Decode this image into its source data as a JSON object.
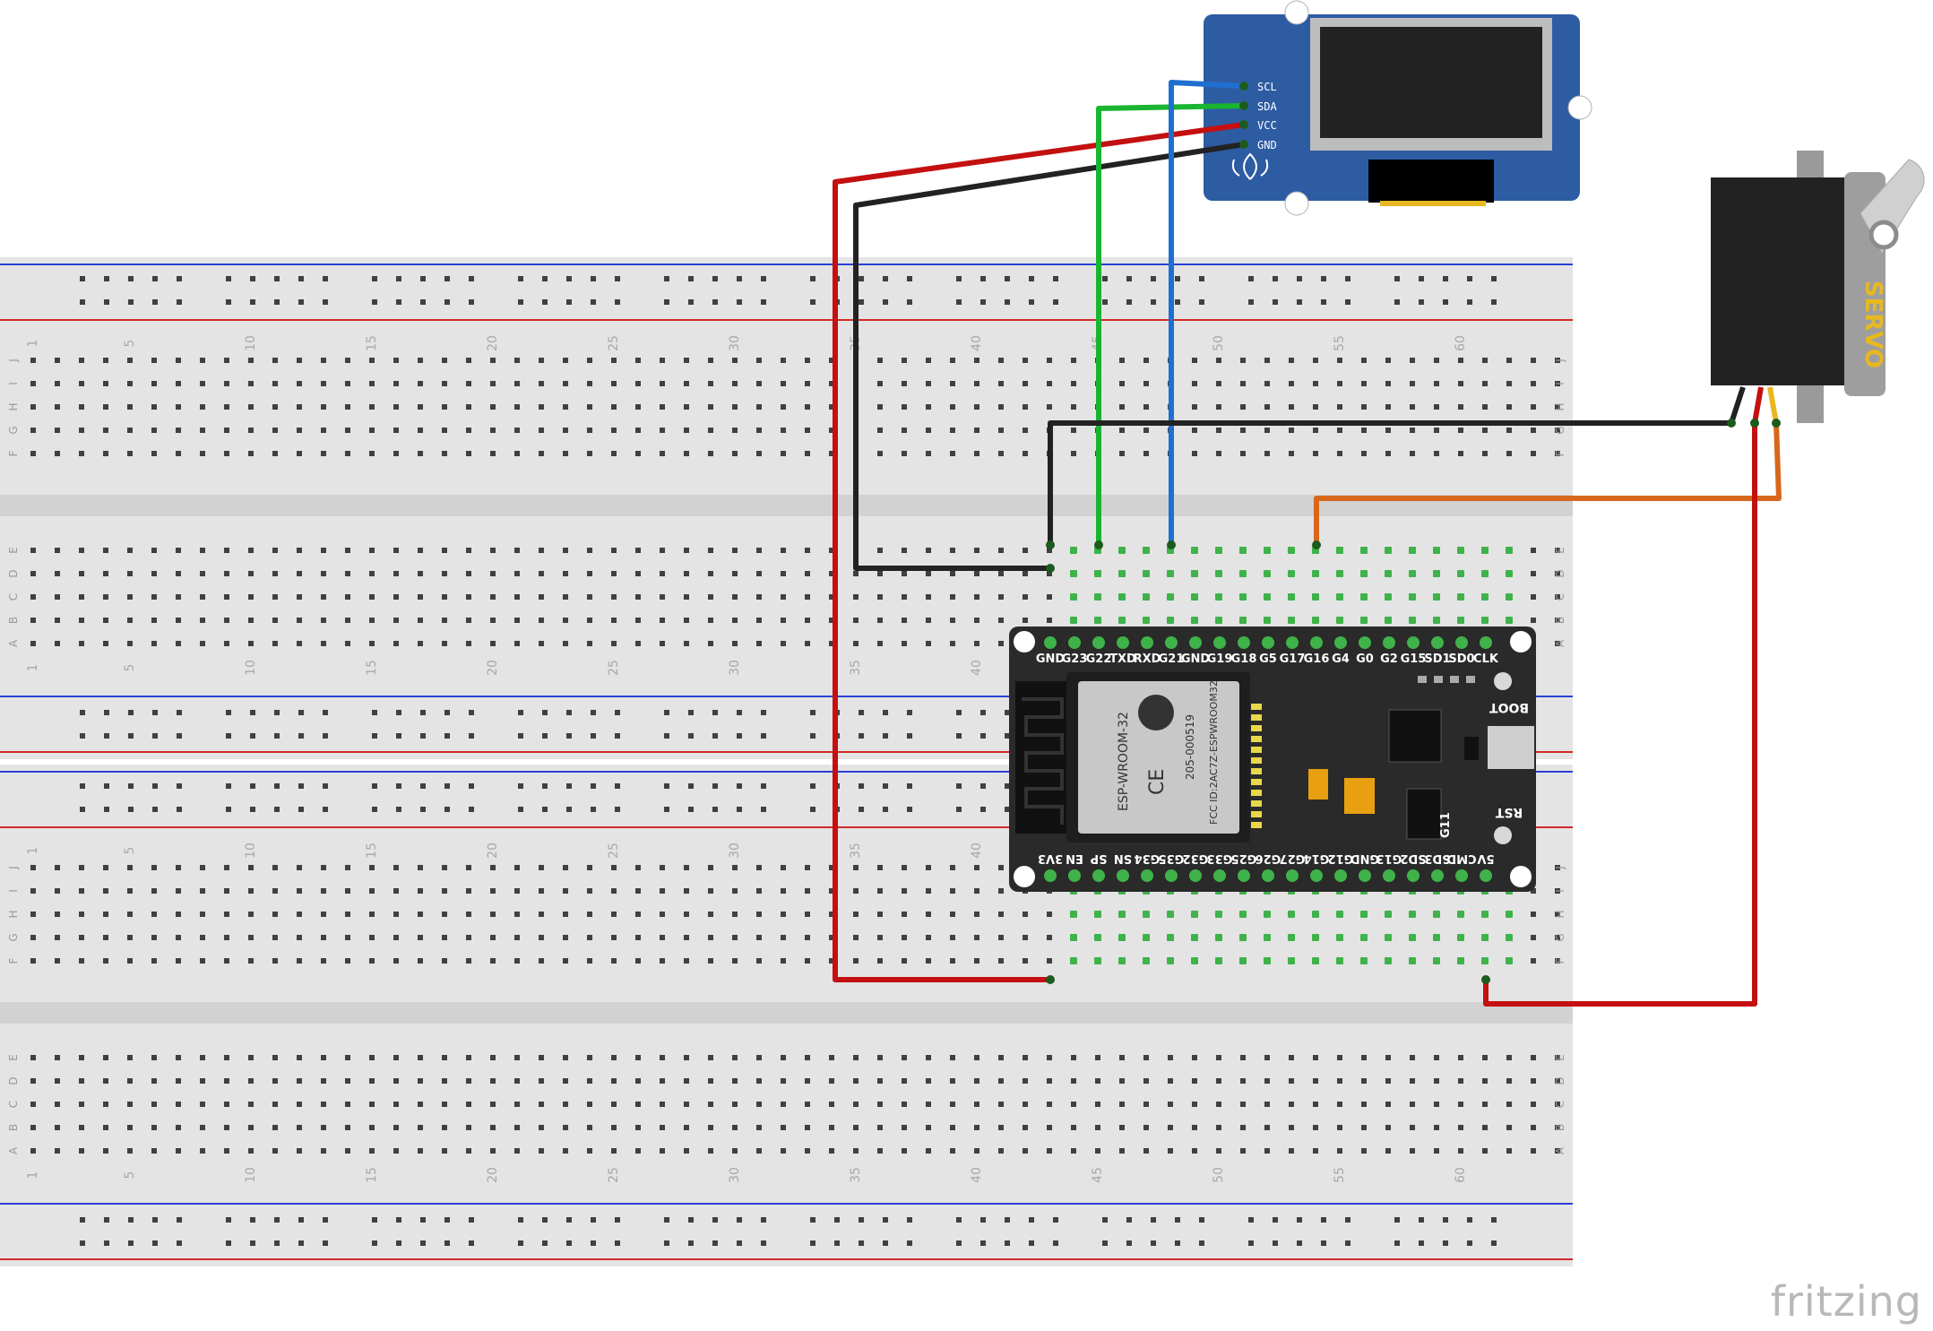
{
  "colors": {
    "board": "#e4e4e4",
    "board_dark": "#d2d2d2",
    "hole": "#404040",
    "hole_active": "#3fb24a",
    "rail_blue": "#2b3fd6",
    "rail_red": "#d22a2a",
    "wire_red": "#c41010",
    "wire_black": "#222222",
    "wire_green": "#19b530",
    "wire_blue": "#1f6fd1",
    "wire_orange": "#d8671c",
    "oled_pcb": "#2d5ca3",
    "esp_pcb": "#2a2a2a",
    "servo_body": "#222222",
    "servo_label": "#e8b820"
  },
  "breadboard": {
    "top_row_letters": [
      "J",
      "I",
      "H",
      "G",
      "F"
    ],
    "bottom_row_letters": [
      "E",
      "D",
      "C",
      "B",
      "A"
    ],
    "column_numbers": [
      "1",
      "5",
      "10",
      "15",
      "20",
      "25",
      "30",
      "35",
      "40",
      "45",
      "50",
      "55",
      "60"
    ]
  },
  "oled": {
    "pins": [
      "SCL",
      "SDA",
      "VCC",
      "GND"
    ]
  },
  "esp32": {
    "top_pins": [
      "GND",
      "G23",
      "G22",
      "TXD",
      "RXD",
      "G21",
      "GND",
      "G19",
      "G18",
      "G5",
      "G17",
      "G16",
      "G4",
      "G0",
      "G2",
      "G15",
      "SD1",
      "SD0",
      "CLK"
    ],
    "bottom_pins": [
      "3V3",
      "EN",
      "SP",
      "SN",
      "G34",
      "G35",
      "G32",
      "G33",
      "G25",
      "G26",
      "G27",
      "G14",
      "G12",
      "GND",
      "G13",
      "SD2",
      "SD3",
      "CMD",
      "5V"
    ],
    "module_text": "ESP-WROOM-32",
    "fcc_text": "FCC ID:2AC7Z-ESPWROOM32",
    "id_text": "205-000519",
    "boot_label": "BOOT",
    "rst_label": "RST",
    "g11_label": "G11"
  },
  "servo": {
    "label": "SERVO"
  },
  "watermark": "fritzing"
}
